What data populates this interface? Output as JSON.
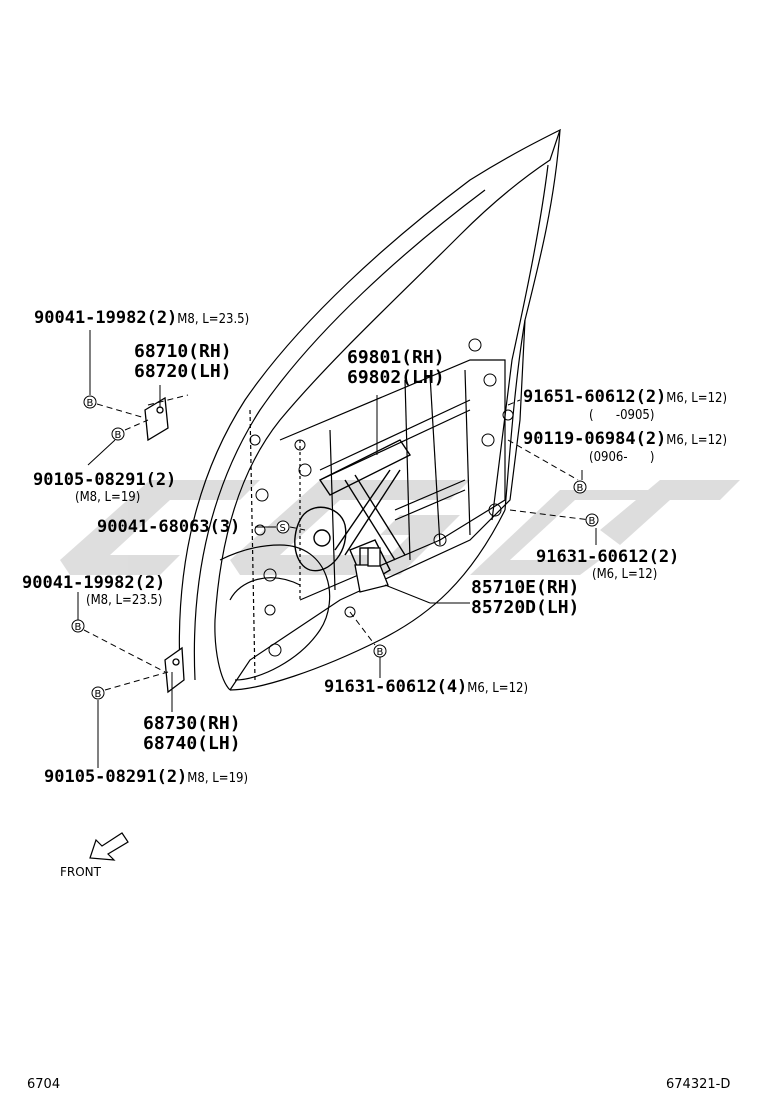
{
  "callouts": {
    "c1": {
      "part": "90041-19982(2)",
      "spec": "M8, L=23.5)"
    },
    "c2": {
      "line1": "68710(RH)",
      "line2": "68720(LH)"
    },
    "c3": {
      "part": "90105-08291(2)",
      "spec": "(M8, L=19)"
    },
    "c4": {
      "part": "90041-68063(3)"
    },
    "c5": {
      "part": "90041-19982(2)",
      "spec": "(M8, L=23.5)"
    },
    "c6": {
      "line1": "68730(RH)",
      "line2": "68740(LH)"
    },
    "c7": {
      "part": "90105-08291(2)",
      "spec": "M8, L=19)"
    },
    "c8": {
      "line1": "69801(RH)",
      "line2": "69802(LH)"
    },
    "c9": {
      "part": "91651-60612(2)",
      "spec": "M6, L=12)",
      "range": "(      -0905)"
    },
    "c10": {
      "part": "90119-06984(2)",
      "spec": "M6, L=12)",
      "range": "(0906-      )"
    },
    "c11": {
      "part": "91631-60612(2)",
      "spec": "(M6, L=12)"
    },
    "c12": {
      "line1": "85710E(RH)",
      "line2": "85720D(LH)"
    },
    "c13": {
      "part": "91631-60612(4)",
      "spec": "M6, L=12)"
    }
  },
  "markers": {
    "bolt": "B",
    "screw": "S"
  },
  "front_label": "FRONT",
  "footer": {
    "left": "6704",
    "right": "674321-D"
  },
  "colors": {
    "line": "#000000",
    "watermark": "#d8d8d8"
  }
}
